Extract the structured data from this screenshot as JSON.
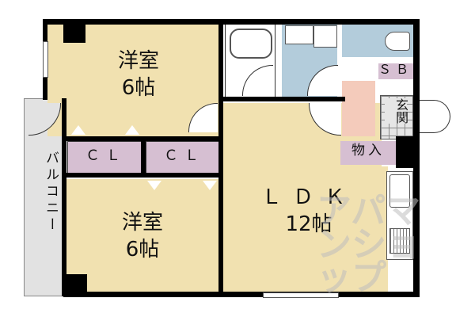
{
  "floor_plan": {
    "layout": "2LDK",
    "colors": {
      "wall": "#000000",
      "room": "#f1e1b0",
      "closet": "#d6bfd2",
      "wet_area": "#b3ccdb",
      "hallway": "#f4cbbb",
      "balcony": "#e2e2e2",
      "entrance": "#e6e6e6"
    },
    "rooms": [
      {
        "id": "western-room-1",
        "name": "洋室",
        "size": "6帖"
      },
      {
        "id": "western-room-2",
        "name": "洋室",
        "size": "6帖"
      },
      {
        "id": "ldk",
        "name": "ＬＤＫ",
        "size": "12帖"
      },
      {
        "id": "closet-1",
        "name": "ＣＬ"
      },
      {
        "id": "closet-2",
        "name": "ＣＬ"
      },
      {
        "id": "storage",
        "name": "物入"
      },
      {
        "id": "shoe-box",
        "name": "ＳＢ"
      },
      {
        "id": "entrance",
        "name": "玄関"
      },
      {
        "id": "balcony",
        "name": "バルコニー"
      }
    ],
    "watermark": "アパマンショップ"
  }
}
